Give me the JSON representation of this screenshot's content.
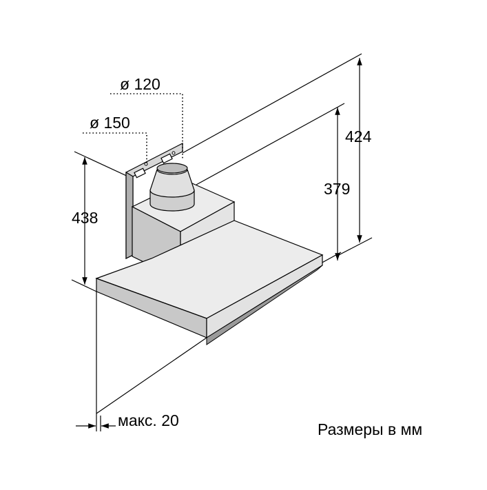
{
  "labels": {
    "dia_120": "ø 120",
    "dia_150": "ø 150",
    "dim_424": "424",
    "dim_379": "379",
    "dim_438": "438",
    "max_20": "макс. 20",
    "units_note": "Размеры в мм"
  },
  "colors": {
    "line": "#000000",
    "hood_light": "#ececec",
    "hood_mid": "#c8c8c8",
    "hood_dark": "#9a9a9a",
    "background": "#ffffff"
  }
}
